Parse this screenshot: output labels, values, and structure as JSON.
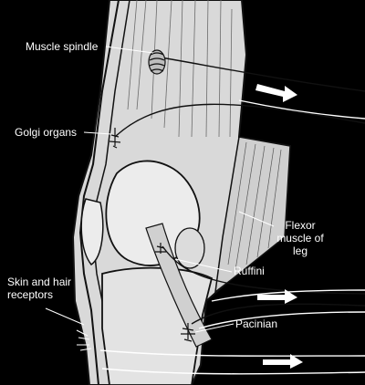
{
  "colors": {
    "background": "#000000",
    "tissue": "#d8d8d8",
    "bone": "#e6e6e6",
    "outline": "#111111",
    "label_text": "#ffffff",
    "arrow": "#ffffff"
  },
  "labels": {
    "muscle_spindle": "Muscle spindle",
    "golgi_organs": "Golgi organs",
    "flexor_muscle": "Flexor muscle of leg",
    "ruffini": "Ruffini",
    "skin_hair": "Skin and hair receptors",
    "pacinian": "Pacinian"
  },
  "icons": {
    "arrows": [
      "arrow-right-icon",
      "arrow-right-icon",
      "arrow-right-icon"
    ]
  }
}
